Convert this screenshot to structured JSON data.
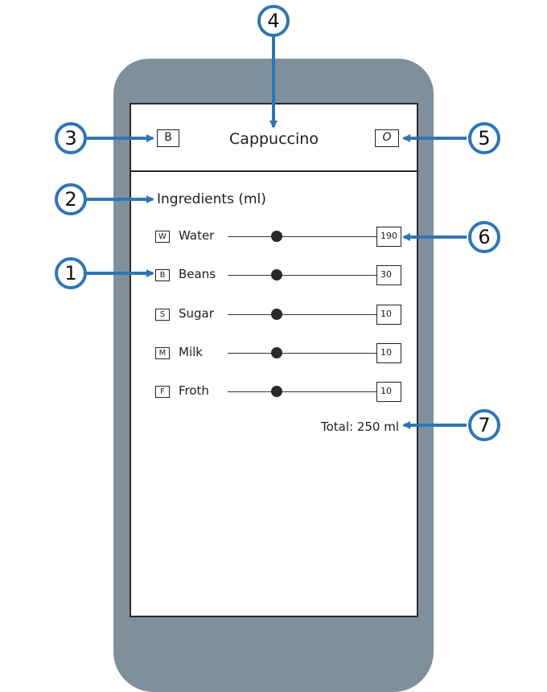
{
  "header": {
    "back_label": "B",
    "title": "Cappuccino",
    "options_label": "O"
  },
  "section": {
    "label": "Ingredients (ml)"
  },
  "ingredients": [
    {
      "icon": "W",
      "label": "Water",
      "value": "190",
      "slider_fraction": 0.33
    },
    {
      "icon": "B",
      "label": "Beans",
      "value": "30",
      "slider_fraction": 0.33
    },
    {
      "icon": "S",
      "label": "Sugar",
      "value": "10",
      "slider_fraction": 0.33
    },
    {
      "icon": "M",
      "label": "Milk",
      "value": "10",
      "slider_fraction": 0.33
    },
    {
      "icon": "F",
      "label": "Froth",
      "value": "10",
      "slider_fraction": 0.33
    }
  ],
  "total": "Total: 250 ml",
  "callouts": [
    "1",
    "2",
    "3",
    "4",
    "5",
    "6",
    "7"
  ],
  "colors": {
    "device": "#7d909c",
    "callout": "#2f75b5"
  }
}
